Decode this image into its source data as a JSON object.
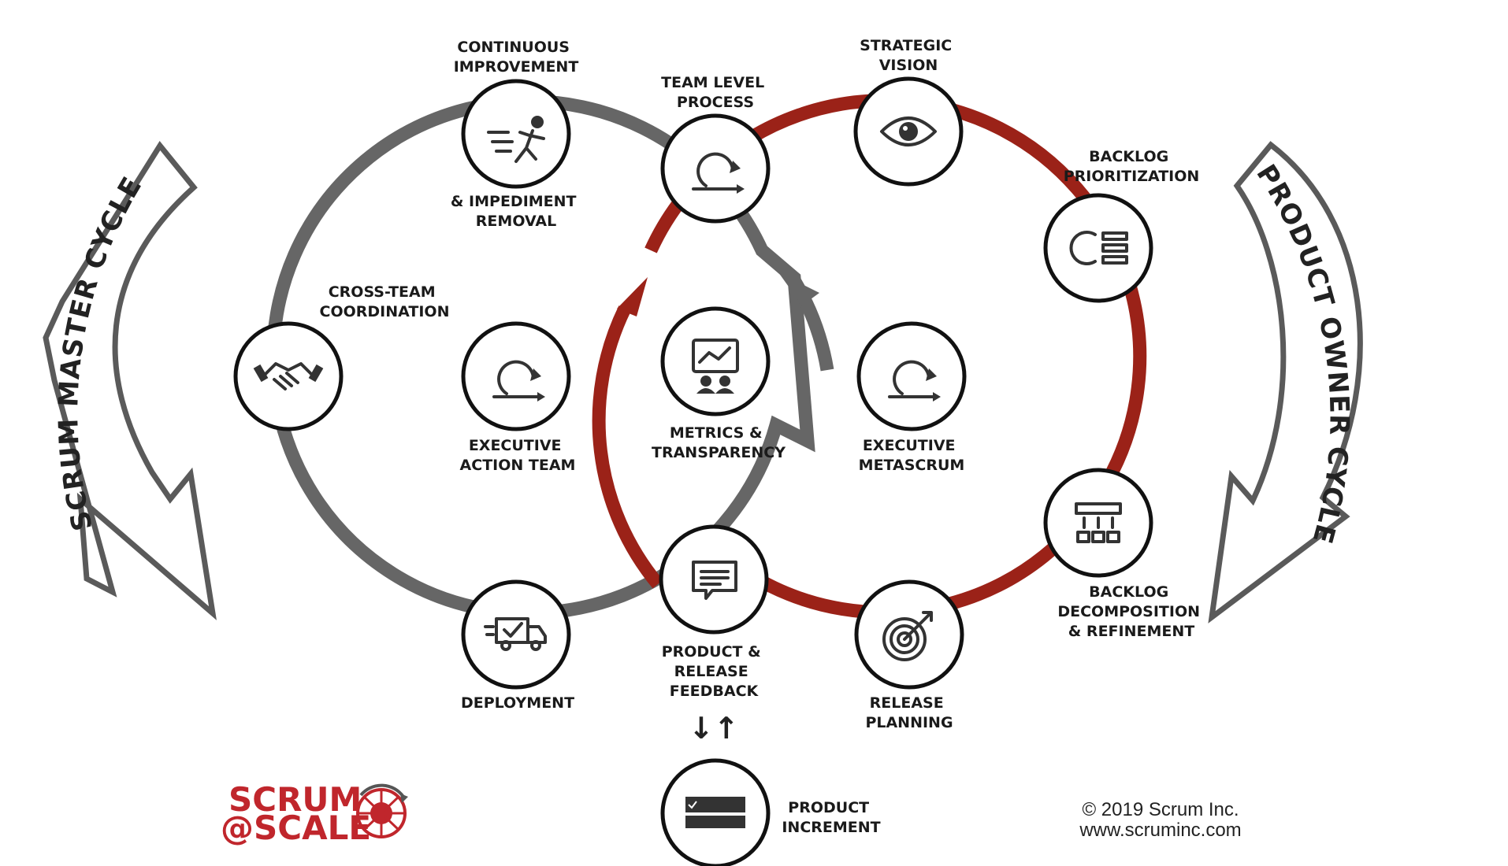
{
  "colors": {
    "scrum_master_ring": "#666666",
    "product_owner_ring": "#9b2218",
    "node_border": "#111111",
    "brand_red": "#c0262c"
  },
  "cycles": {
    "scrum_master": "SCRUM MASTER CYCLE",
    "product_owner": "PRODUCT OWNER CYCLE"
  },
  "nodes": {
    "continuous_improvement": {
      "top": [
        "CONTINUOUS",
        "IMPROVEMENT"
      ],
      "bottom": [
        "& IMPEDIMENT",
        "REMOVAL"
      ],
      "icon": "running-person-icon"
    },
    "team_level_process": {
      "label": [
        "TEAM LEVEL",
        "PROCESS"
      ],
      "icon": "sprint-cycle-icon"
    },
    "strategic_vision": {
      "label": [
        "STRATEGIC",
        "VISION"
      ],
      "icon": "eye-icon"
    },
    "backlog_prioritization": {
      "label": [
        "BACKLOG",
        "PRIORITIZATION"
      ],
      "icon": "prioritized-list-icon"
    },
    "cross_team_coordination": {
      "label": [
        "CROSS-TEAM",
        "COORDINATION"
      ],
      "icon": "handshake-icon"
    },
    "executive_action_team": {
      "label": [
        "EXECUTIVE",
        "ACTION TEAM"
      ],
      "icon": "sprint-cycle-icon"
    },
    "metrics_transparency": {
      "label": [
        "METRICS &",
        "TRANSPARENCY"
      ],
      "icon": "presentation-chart-icon"
    },
    "executive_metascrum": {
      "label": [
        "EXECUTIVE",
        "METASCRUM"
      ],
      "icon": "sprint-cycle-icon"
    },
    "backlog_decomposition": {
      "label": [
        "BACKLOG",
        "DECOMPOSITION",
        "& REFINEMENT"
      ],
      "icon": "decomposition-icon"
    },
    "deployment": {
      "label": [
        "DEPLOYMENT"
      ],
      "icon": "delivery-truck-icon"
    },
    "product_release_feedback": {
      "label": [
        "PRODUCT &",
        "RELEASE",
        "FEEDBACK"
      ],
      "icon": "feedback-message-icon"
    },
    "release_planning": {
      "label": [
        "RELEASE",
        "PLANNING"
      ],
      "icon": "target-icon"
    },
    "product_increment": {
      "label": [
        "PRODUCT",
        "INCREMENT"
      ],
      "icon": "product-increment-icon"
    }
  },
  "feedback_arrows": "↓↑",
  "branding": {
    "line1": "SCRUM",
    "line2": "@SCALE",
    "logo_icon": "network-globe-icon"
  },
  "copyright": {
    "line1": "© 2019 Scrum Inc.",
    "line2": "www.scruminc.com"
  }
}
